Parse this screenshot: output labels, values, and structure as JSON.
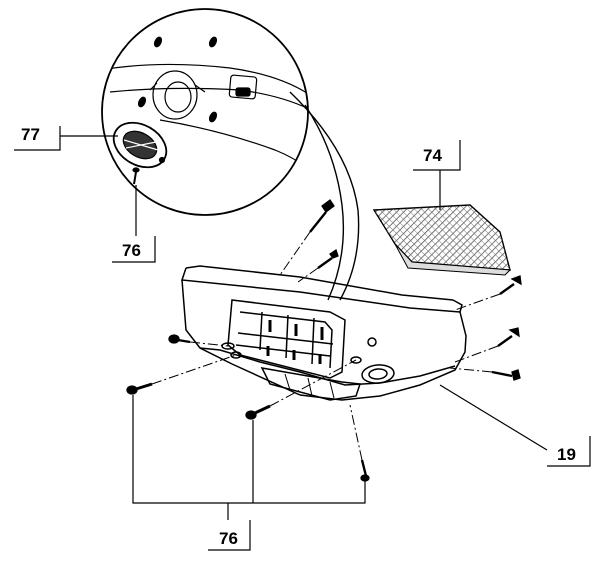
{
  "callouts": {
    "c77": "77",
    "c74": "74",
    "c76_detail": "76",
    "c19": "19",
    "c76_main": "76"
  },
  "colors": {
    "line": "#000000",
    "background": "#ffffff",
    "hatch": "#555555"
  }
}
